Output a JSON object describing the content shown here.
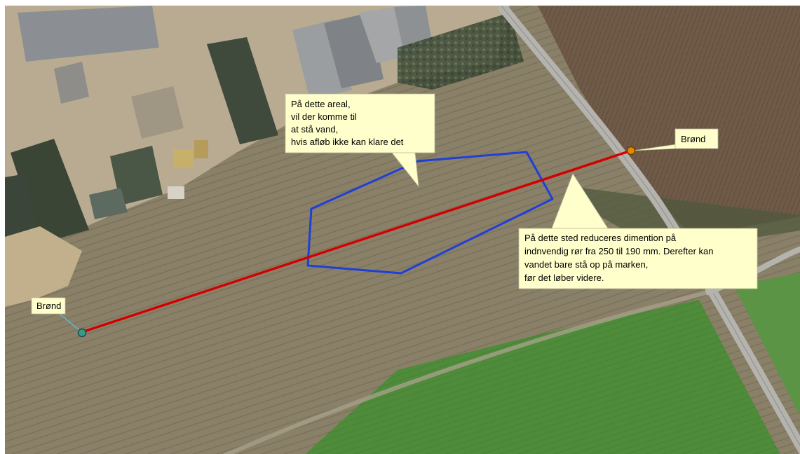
{
  "map": {
    "labels": {
      "well_left": "Brønd",
      "well_right": "Brønd"
    },
    "callouts": {
      "flood_area": [
        "På dette areal,",
        "vil der komme til",
        "at stå vand,",
        "hvis afløb ikke kan klare det"
      ],
      "pipe_reduction": [
        "På dette sted reduceres dimention på",
        "indnvendig rør fra 250 til 190 mm. Derefter kan",
        "vandet bare stå op på marken,",
        "før det løber videre."
      ]
    },
    "colors": {
      "pipe_line": "#d40000",
      "flood_polygon": "#1f3fd6",
      "callout_fill": "#ffffcc",
      "well_left_marker": "#3a9a8a",
      "well_right_marker": "#e08a00"
    },
    "icons": {
      "well_left": "well-marker-icon",
      "well_right": "well-marker-icon"
    }
  }
}
